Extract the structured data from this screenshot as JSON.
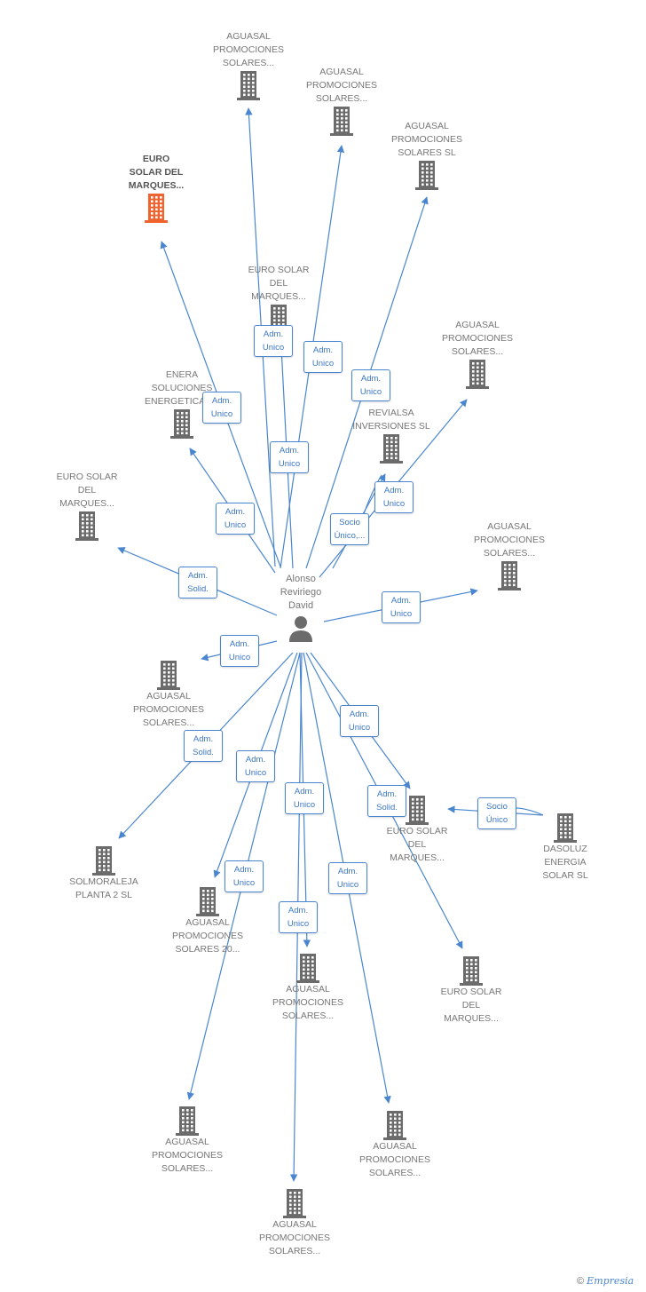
{
  "center": {
    "label": "Alonso\nReviriego\nDavid",
    "icon": "person-icon"
  },
  "nodes": [
    {
      "label": "AGUASAL\nPROMOCIONES\nSOLARES...",
      "highlight": false,
      "icon": "building-icon"
    },
    {
      "label": "AGUASAL\nPROMOCIONES\nSOLARES...",
      "highlight": false,
      "icon": "building-icon"
    },
    {
      "label": "AGUASAL\nPROMOCIONES\nSOLARES SL",
      "highlight": false,
      "icon": "building-icon"
    },
    {
      "label": "EURO\nSOLAR DEL\nMARQUES...",
      "highlight": true,
      "icon": "building-icon"
    },
    {
      "label": "EURO SOLAR\nDEL\nMARQUES...",
      "highlight": false,
      "icon": "building-icon"
    },
    {
      "label": "AGUASAL\nPROMOCIONES\nSOLARES...",
      "highlight": false,
      "icon": "building-icon"
    },
    {
      "label": "ENERA\nSOLUCIONES\nENERGETICAS...",
      "highlight": false,
      "icon": "building-icon"
    },
    {
      "label": "REVIALSA\nINVERSIONES SL",
      "highlight": false,
      "icon": "building-icon"
    },
    {
      "label": "EURO SOLAR\nDEL\nMARQUES...",
      "highlight": false,
      "icon": "building-icon"
    },
    {
      "label": "AGUASAL\nPROMOCIONES\nSOLARES...",
      "highlight": false,
      "icon": "building-icon"
    },
    {
      "label": "AGUASAL\nPROMOCIONES\nSOLARES...",
      "highlight": false,
      "icon": "building-icon"
    },
    {
      "label": "EURO SOLAR\nDEL\nMARQUES...",
      "highlight": false,
      "icon": "building-icon"
    },
    {
      "label": "DASOLUZ\nENERGIA\nSOLAR SL",
      "highlight": false,
      "icon": "building-icon"
    },
    {
      "label": "SOLMORALEJA\nPLANTA 2 SL",
      "highlight": false,
      "icon": "building-icon"
    },
    {
      "label": "AGUASAL\nPROMOCIONES\nSOLARES 20...",
      "highlight": false,
      "icon": "building-icon"
    },
    {
      "label": "AGUASAL\nPROMOCIONES\nSOLARES...",
      "highlight": false,
      "icon": "building-icon"
    },
    {
      "label": "EURO SOLAR\nDEL\nMARQUES...",
      "highlight": false,
      "icon": "building-icon"
    },
    {
      "label": "AGUASAL\nPROMOCIONES\nSOLARES...",
      "highlight": false,
      "icon": "building-icon"
    },
    {
      "label": "AGUASAL\nPROMOCIONES\nSOLARES...",
      "highlight": false,
      "icon": "building-icon"
    },
    {
      "label": "AGUASAL\nPROMOCIONES\nSOLARES...",
      "highlight": false,
      "icon": "building-icon"
    }
  ],
  "edge_labels": [
    "Adm.\nUnico",
    "Adm.\nUnico",
    "Adm.\nUnico",
    "Adm.\nUnico",
    "Adm.\nUnico",
    "Adm.\nUnico",
    "Adm.\nUnico",
    "Socio\nÚnico,...",
    "Adm.\nSolid.",
    "Adm.\nUnico",
    "Adm.\nUnico",
    "Adm.\nSolid.",
    "Adm.\nUnico",
    "Adm.\nUnico",
    "Adm.\nUnico",
    "Adm.\nSolid.",
    "Socio\nÚnico",
    "Adm.\nUnico",
    "Adm.\nUnico",
    "Adm.\nUnico",
    "Adm.\nUnico"
  ],
  "colors": {
    "edge": "#4a86cf",
    "building": "#6b6b6b",
    "highlight": "#f0632f",
    "label": "#777777"
  },
  "footer": {
    "copyright": "©",
    "brand": "Empresia"
  }
}
